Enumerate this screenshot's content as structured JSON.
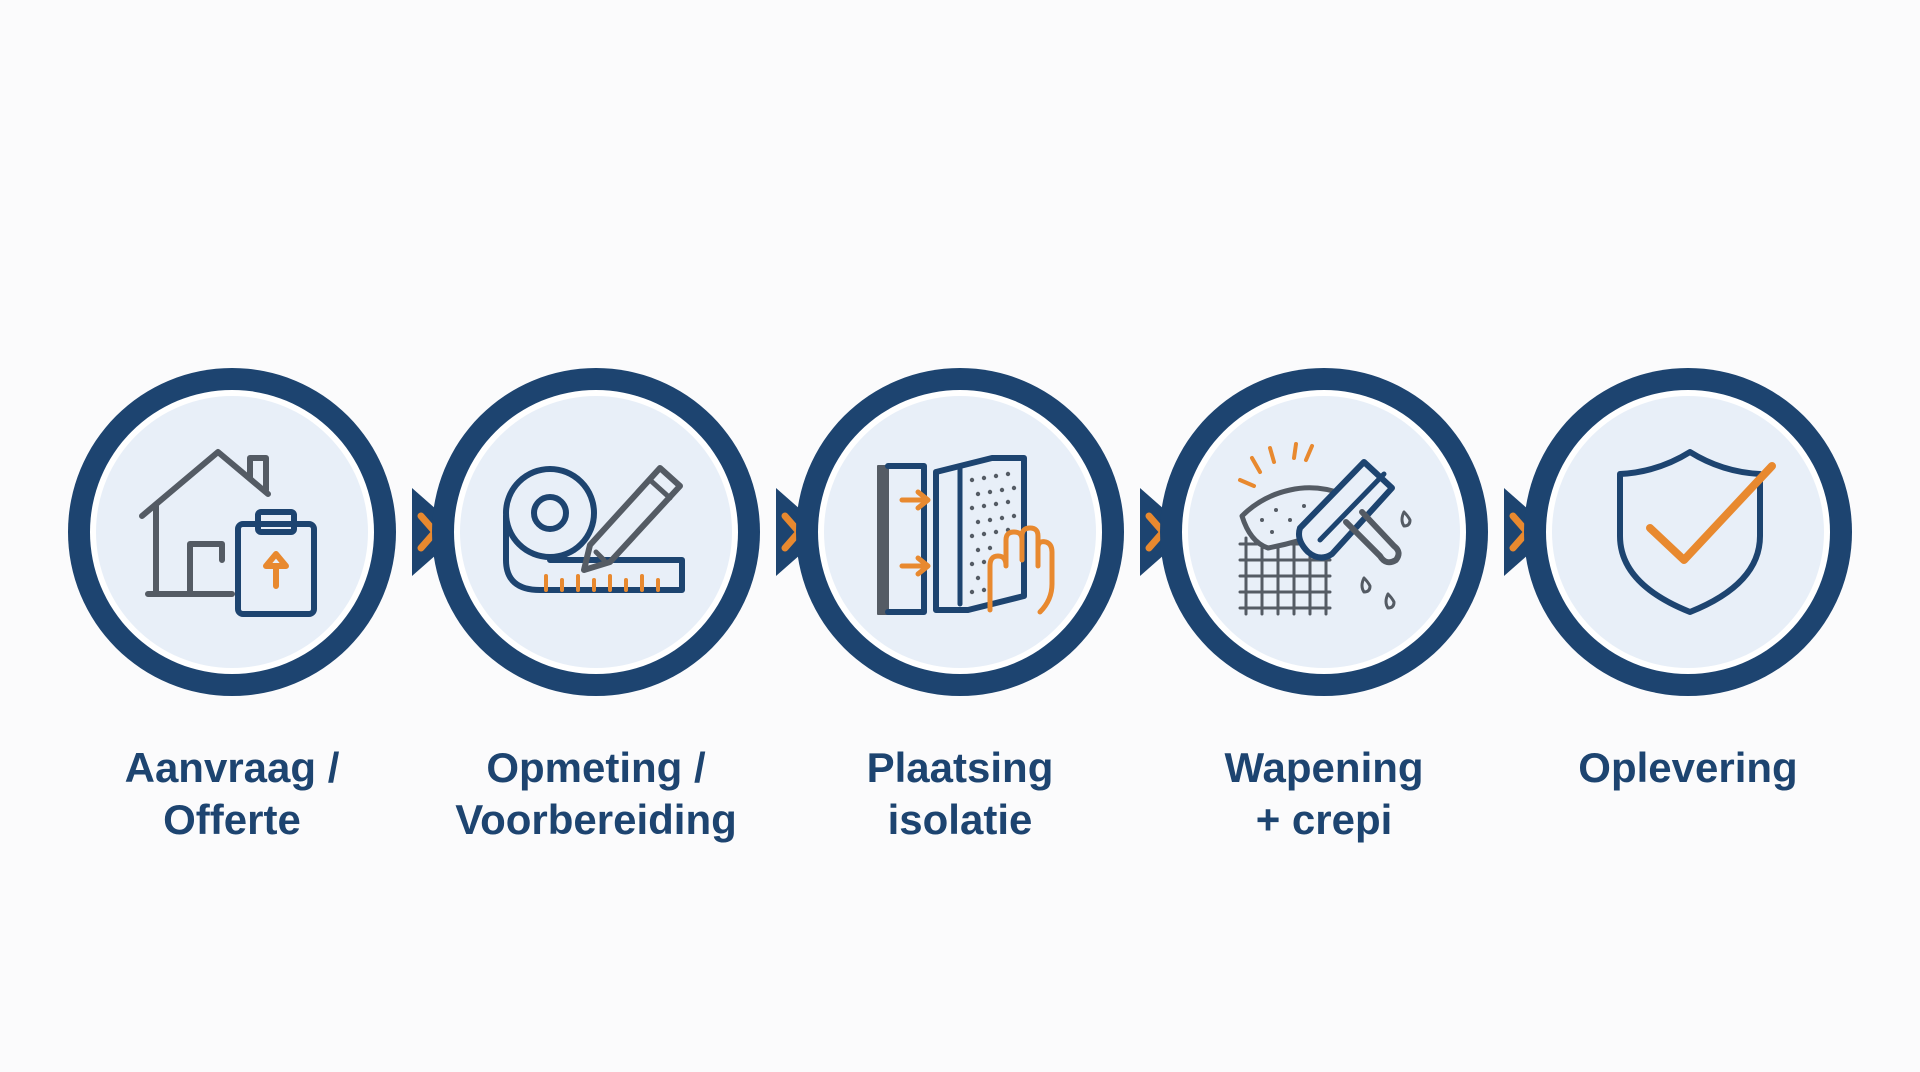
{
  "colors": {
    "navy": "#1d4470",
    "orange": "#e8892f",
    "circle_fill": "#e8eff8",
    "icon_gray": "#545b64",
    "background": "#fbfbfc"
  },
  "steps": [
    {
      "label": "Aanvraag /\nOfferte",
      "icon": "house-clipboard-icon"
    },
    {
      "label": "Opmeting /\nVoorbereiding",
      "icon": "tape-measure-pencil-icon"
    },
    {
      "label": "Plaatsing\nisolatie",
      "icon": "insulation-board-icon"
    },
    {
      "label": "Wapening\n+ crepi",
      "icon": "trowel-mesh-icon"
    },
    {
      "label": "Oplevering",
      "icon": "shield-check-icon"
    }
  ],
  "connectors": [
    "chevron-right-icon",
    "chevron-right-icon",
    "chevron-right-icon",
    "chevron-right-icon"
  ]
}
